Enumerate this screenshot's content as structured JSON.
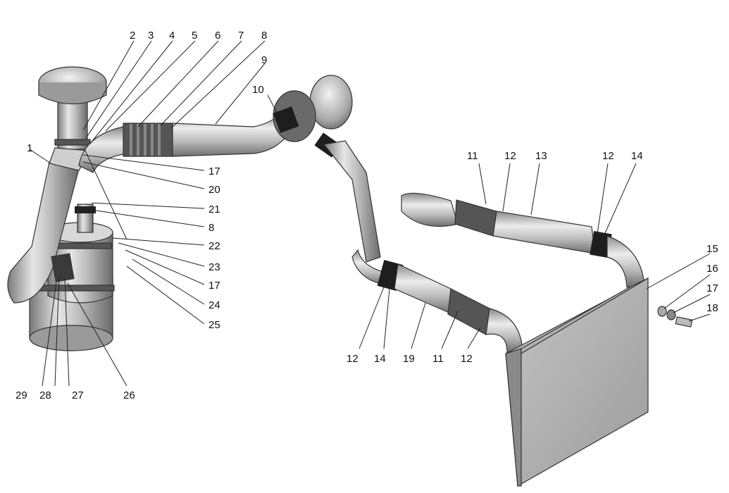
{
  "callouts": [
    {
      "id": "c1",
      "text": "1"
    },
    {
      "id": "c2",
      "text": "2"
    },
    {
      "id": "c3",
      "text": "3"
    },
    {
      "id": "c4",
      "text": "4"
    },
    {
      "id": "c5",
      "text": "5"
    },
    {
      "id": "c6",
      "text": "6"
    },
    {
      "id": "c7",
      "text": "7"
    },
    {
      "id": "c8a",
      "text": "8"
    },
    {
      "id": "c9",
      "text": "9"
    },
    {
      "id": "c10",
      "text": "10"
    },
    {
      "id": "c17a",
      "text": "17"
    },
    {
      "id": "c20",
      "text": "20"
    },
    {
      "id": "c21",
      "text": "21"
    },
    {
      "id": "c8b",
      "text": "8"
    },
    {
      "id": "c22",
      "text": "22"
    },
    {
      "id": "c23",
      "text": "23"
    },
    {
      "id": "c17b",
      "text": "17"
    },
    {
      "id": "c24",
      "text": "24"
    },
    {
      "id": "c25",
      "text": "25"
    },
    {
      "id": "c29",
      "text": "29"
    },
    {
      "id": "c28",
      "text": "28"
    },
    {
      "id": "c27",
      "text": "27"
    },
    {
      "id": "c26",
      "text": "26"
    },
    {
      "id": "c11a",
      "text": "11"
    },
    {
      "id": "c12a",
      "text": "12"
    },
    {
      "id": "c13",
      "text": "13"
    },
    {
      "id": "c12b",
      "text": "12"
    },
    {
      "id": "c14a",
      "text": "14"
    },
    {
      "id": "c15",
      "text": "15"
    },
    {
      "id": "c16",
      "text": "16"
    },
    {
      "id": "c17c",
      "text": "17"
    },
    {
      "id": "c18",
      "text": "18"
    },
    {
      "id": "c12c",
      "text": "12"
    },
    {
      "id": "c14b",
      "text": "14"
    },
    {
      "id": "c19",
      "text": "19"
    },
    {
      "id": "c11b",
      "text": "11"
    },
    {
      "id": "c12d",
      "text": "12"
    }
  ]
}
